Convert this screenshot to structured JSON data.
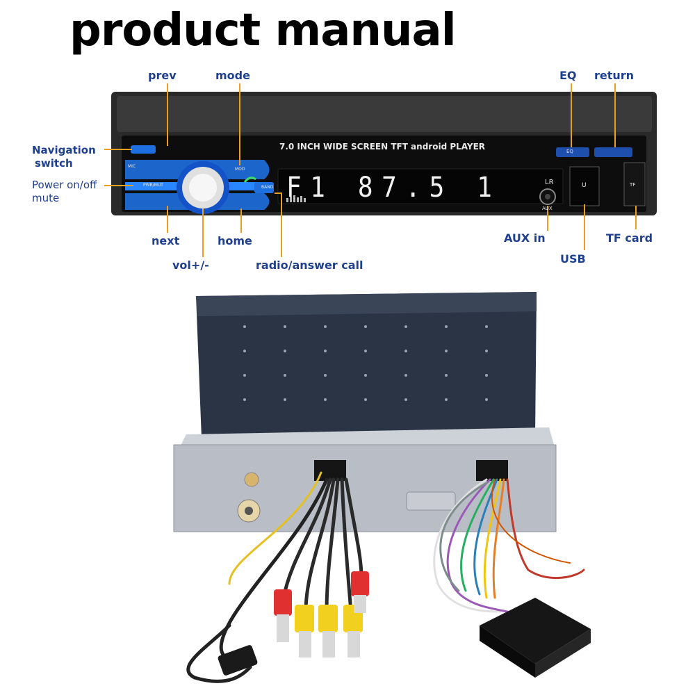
{
  "title": "product manual",
  "callouts": {
    "prev": "prev",
    "mode": "mode",
    "eq": "EQ",
    "return": "return",
    "navigation_line1": "Navigation",
    "navigation_line2": "switch",
    "power_line1": "Power on/off",
    "power_line2": "mute",
    "next": "next",
    "home": "home",
    "vol": "vol+/-",
    "radio": "radio/answer call",
    "aux_in": "AUX in",
    "usb": "USB",
    "tf_card": "TF card"
  },
  "device": {
    "screen_label": "7.0 INCH WIDE SCREEN TFT android PLAYER",
    "lcd_text": "F1 87.5  1",
    "mic": "MIC",
    "pwr_mut": "PWR/MUT",
    "mod": "MOD",
    "band": "BAND",
    "eq_btn": "EQ",
    "aux": "AUX",
    "lr": "LR",
    "usb_slot": "U",
    "tf_slot": "TF"
  },
  "colors": {
    "callout_text": "#1f3f8f",
    "leader_line": "#e8a020",
    "device_body": "#1a1a1a",
    "button_glow": "#1e6fe0"
  }
}
